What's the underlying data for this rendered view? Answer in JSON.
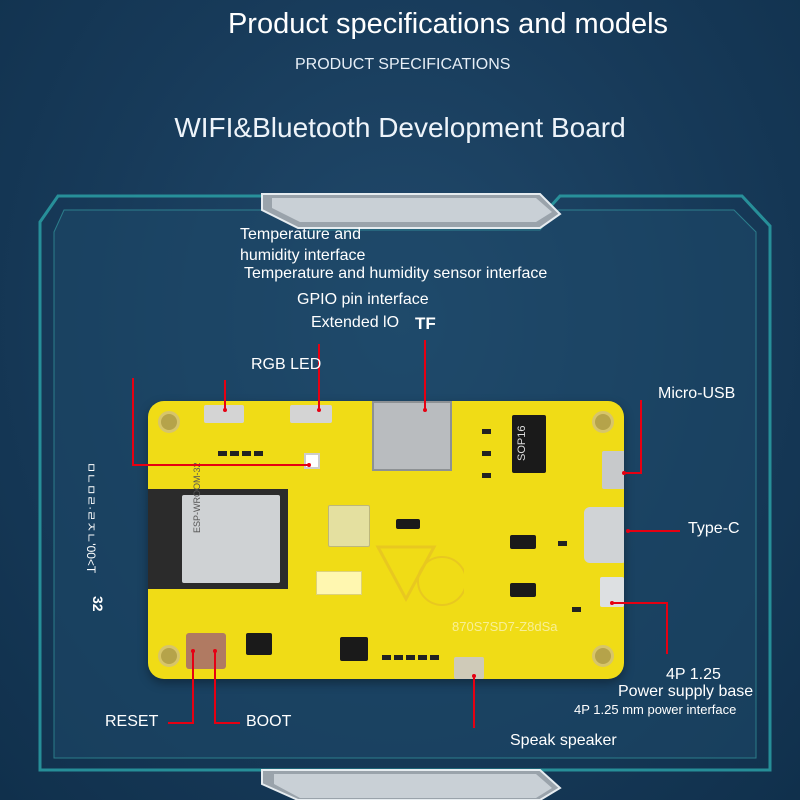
{
  "header": {
    "title": "Product specifications and models",
    "subtitle": "PRODUCT SPECIFICATIONS",
    "heading": "WIFI&Bluetooth Development Board"
  },
  "board": {
    "module_label": "ESP-WROOM-32",
    "chip_sop16": "SOP16",
    "tf_slot": "TF",
    "watermark": "870S7SD7-Z8dSa",
    "side_label_line1": "ㅁㄴㅁㄹ·ㄹㅈㄴ'00<T",
    "side_label_line2": "32"
  },
  "labels": {
    "temp_humidity": "Temperature and humidity interface",
    "temp_humidity_line1": "Temperature and",
    "temp_humidity_line2": "humidity interface",
    "temp_humidity_sensor": "Temperature and humidity sensor interface",
    "gpio": "GPIO pin interface",
    "extended_io": "Extended lO",
    "tf": "TF",
    "rgb_led": "RGB LED",
    "micro_usb": "Micro-USB",
    "type_c": "Type-C",
    "power_4p": "4P 1.25",
    "power_base": "Power supply base",
    "power_interface": "4P 1.25 mm power interface",
    "reset": "RESET",
    "boot": "BOOT",
    "speaker": "Speak speaker"
  },
  "colors": {
    "background": "#173a59",
    "frame_teal": "#2a9fa5",
    "board_yellow": "#f0dc16",
    "lead_red": "#e60012"
  }
}
